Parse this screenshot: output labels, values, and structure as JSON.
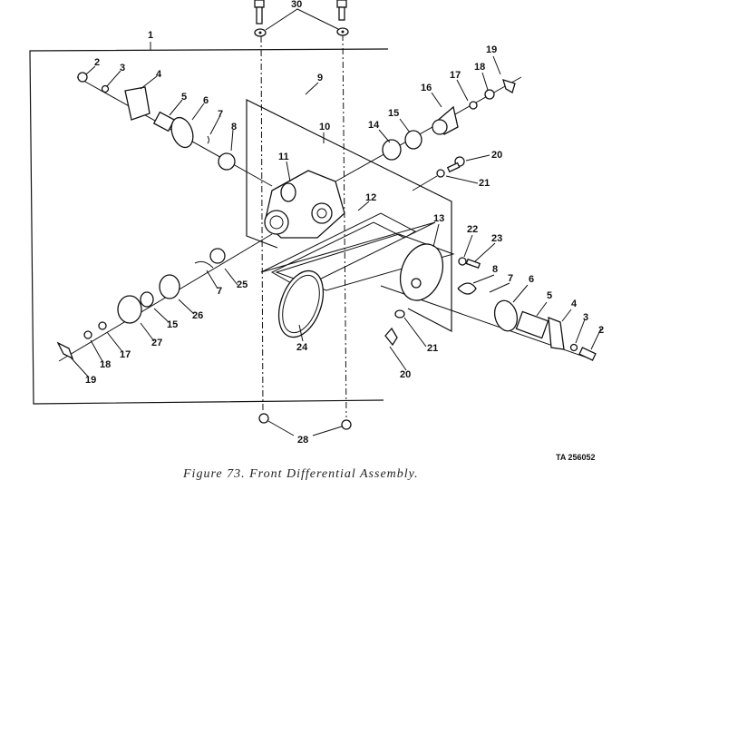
{
  "figure": {
    "caption": "Figure 73. Front Differential Assembly.",
    "code": "TA 256052"
  },
  "callouts": [
    "1",
    "30",
    "2",
    "3",
    "4",
    "5",
    "6",
    "7",
    "8",
    "9",
    "10",
    "11",
    "12",
    "13",
    "14",
    "15",
    "16",
    "17",
    "18",
    "19",
    "20",
    "21",
    "22",
    "23",
    "8",
    "7",
    "6",
    "5",
    "4",
    "3",
    "2",
    "21",
    "20",
    "7",
    "25",
    "26",
    "15",
    "27",
    "17",
    "18",
    "19",
    "24",
    "28"
  ]
}
